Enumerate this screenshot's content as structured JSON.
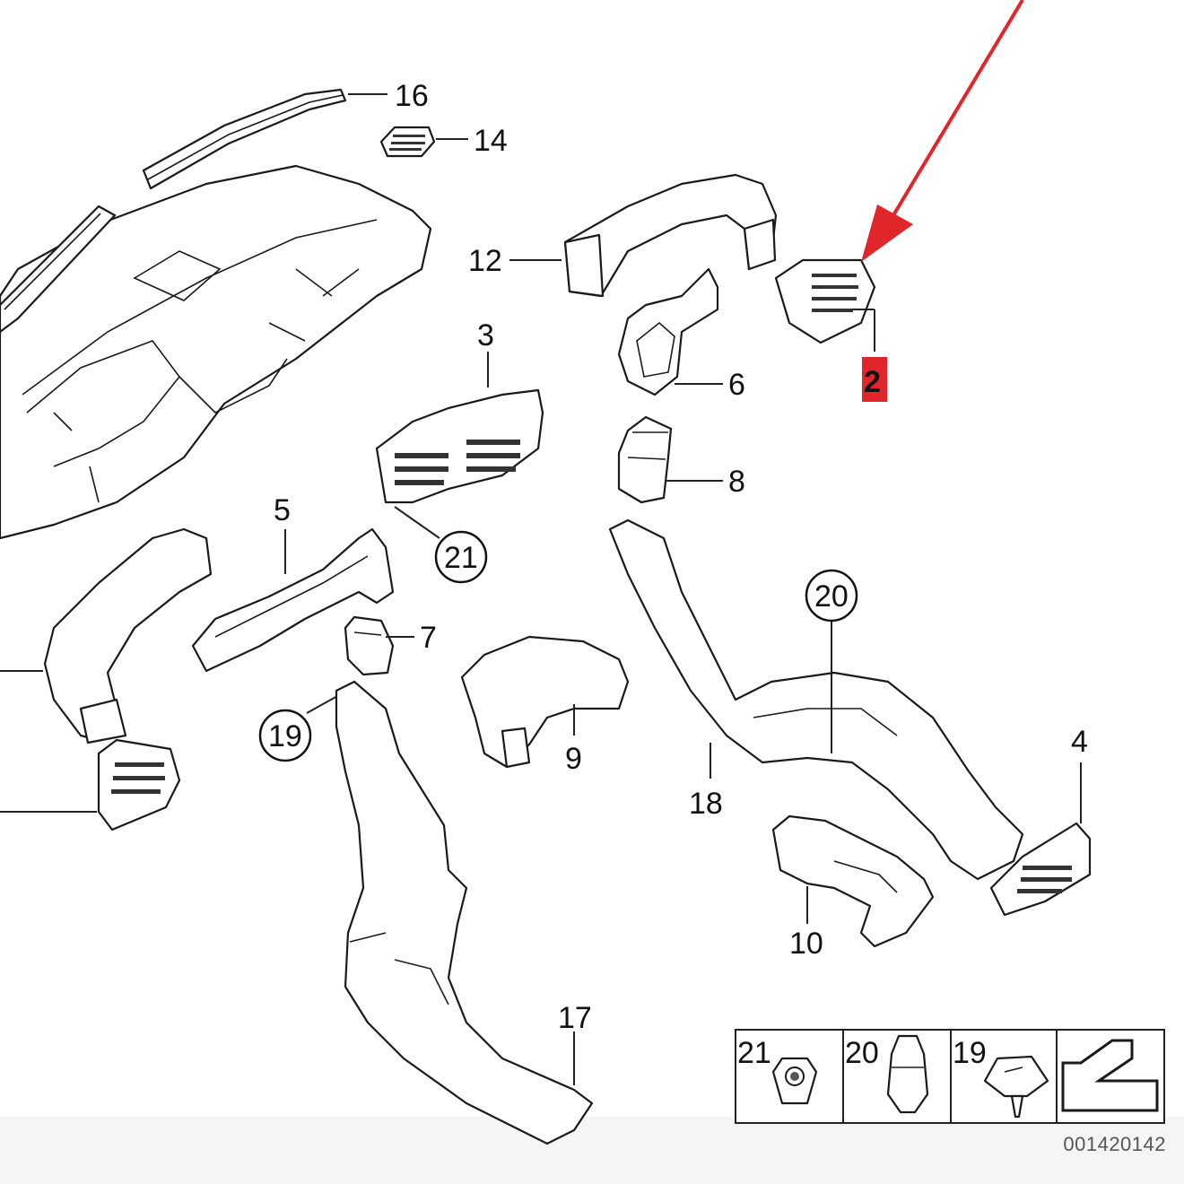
{
  "callouts": {
    "c16": "16",
    "c14": "14",
    "c12": "12",
    "c3": "3",
    "c2": "2",
    "c6": "6",
    "c8": "8",
    "c5": "5",
    "c21": "21",
    "c7": "7",
    "c20": "20",
    "c4": "4",
    "c19": "19",
    "c9": "9",
    "c18": "18",
    "c10": "10",
    "c17": "17"
  },
  "legend": {
    "l21": "21",
    "l20": "20",
    "l19": "19"
  },
  "reference_code": "001420142",
  "colors": {
    "highlight": "#e0262b",
    "arrow": "#e0262b",
    "ink": "#111111"
  }
}
